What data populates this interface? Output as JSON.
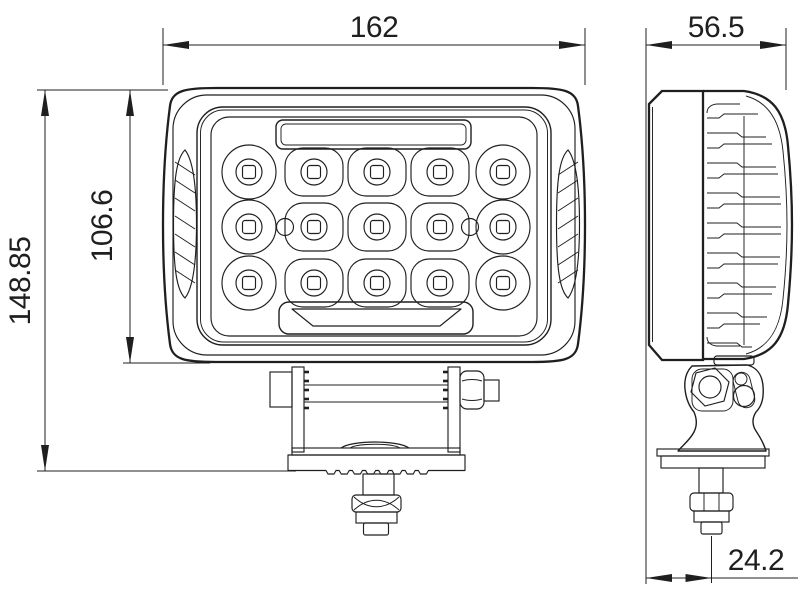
{
  "drawing": {
    "kind": "technical-dimension-drawing",
    "subject": "rectangular LED work lamp, front view and side view with mounting bracket",
    "colors": {
      "background": "#ffffff",
      "line": "#1f1f1f"
    },
    "dims": {
      "front_width": "162",
      "side_depth": "56.5",
      "lens_height": "106.6",
      "total_height": "148.85",
      "bolt_offset": "24.2"
    }
  }
}
